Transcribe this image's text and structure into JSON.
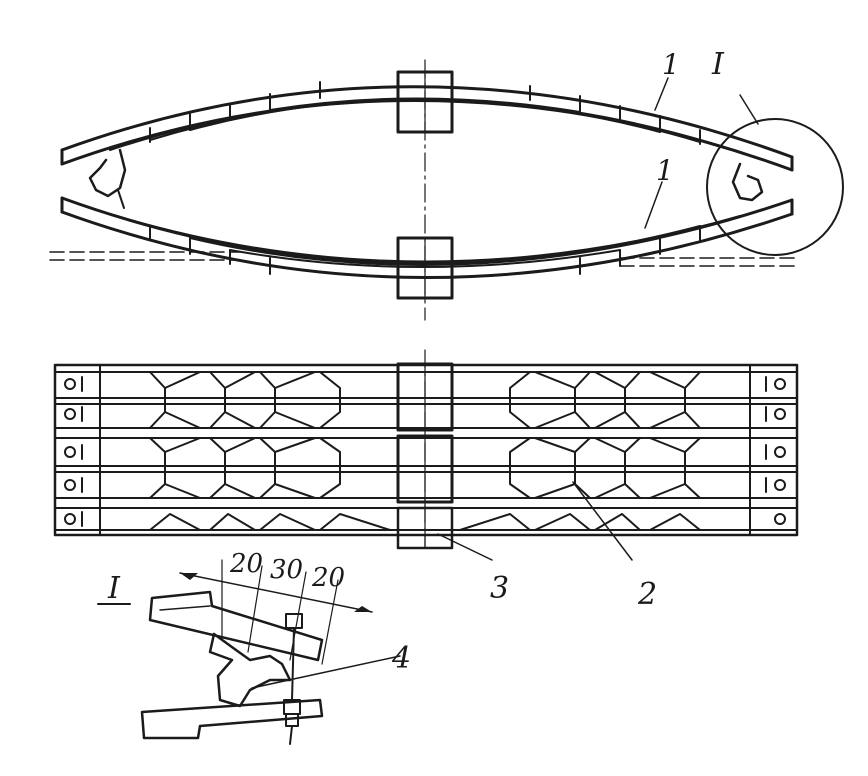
{
  "figure": {
    "callouts": {
      "leaf_upper": "1",
      "leaf_lower": "1",
      "detail_ref": "I",
      "detail_title": "I",
      "item_2": "2",
      "item_3": "3",
      "item_4": "4"
    },
    "dimensions": [
      "20",
      "30",
      "20"
    ]
  }
}
